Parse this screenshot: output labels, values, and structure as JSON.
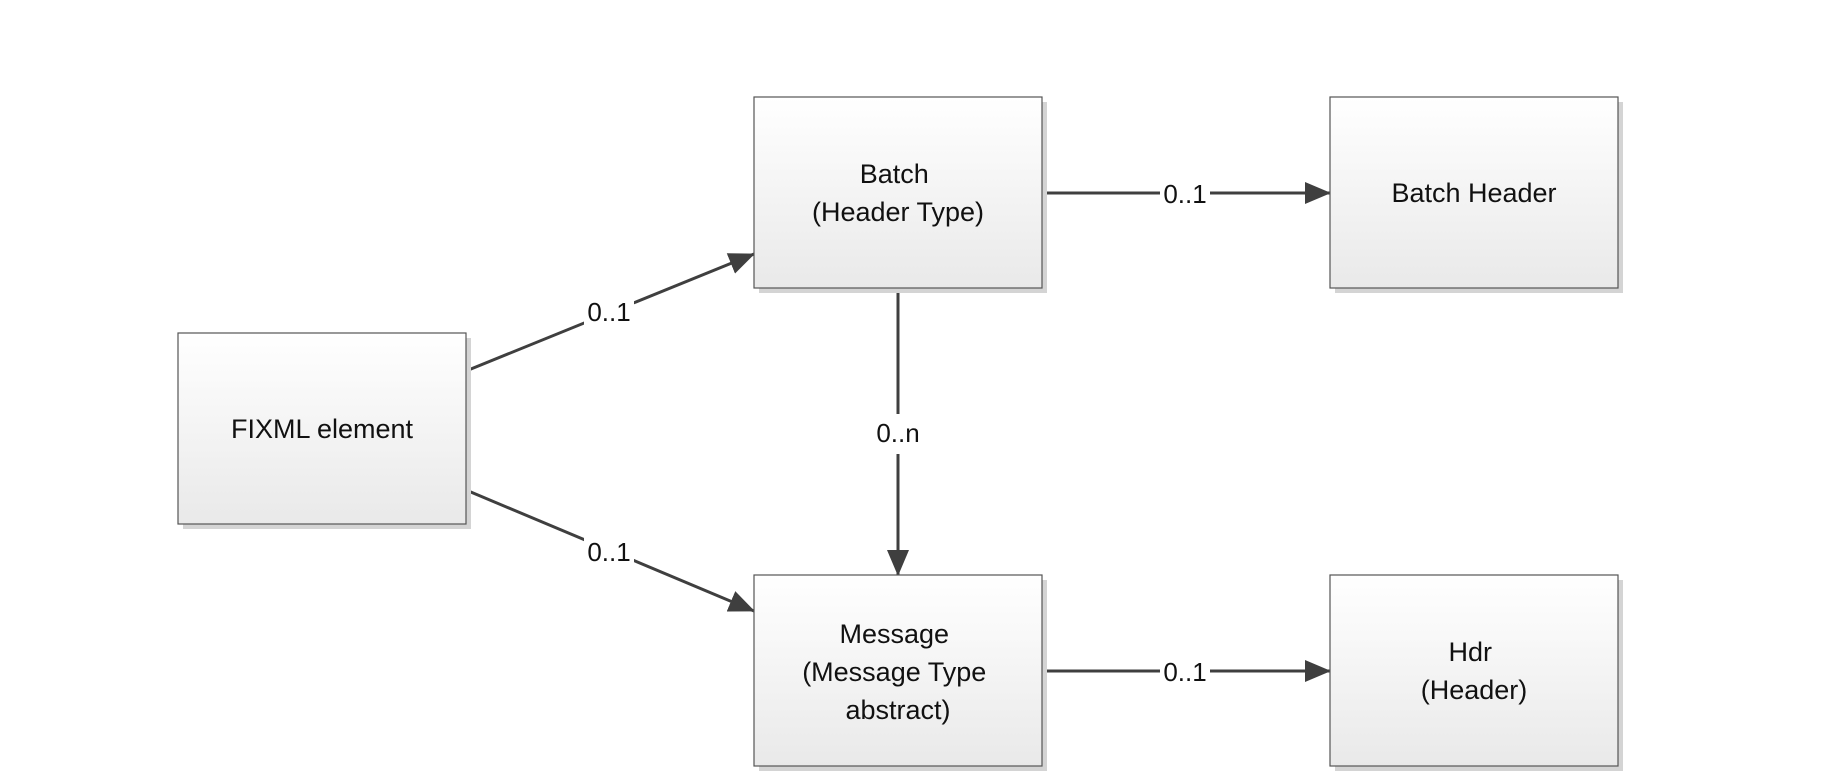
{
  "nodes": {
    "fixml": {
      "lines": [
        "FIXML element"
      ]
    },
    "batch": {
      "lines": [
        "Batch",
        "(Header Type)"
      ]
    },
    "batch_header": {
      "lines": [
        "Batch Header"
      ]
    },
    "message": {
      "lines": [
        "Message",
        "(Message Type",
        "abstract)"
      ]
    },
    "hdr": {
      "lines": [
        "Hdr",
        "(Header)"
      ]
    }
  },
  "edges": {
    "fixml_to_batch": {
      "label": "0..1"
    },
    "fixml_to_message": {
      "label": "0..1"
    },
    "batch_to_batch_header": {
      "label": "0..1"
    },
    "batch_to_message": {
      "label": "0..n"
    },
    "message_to_hdr": {
      "label": "0..1"
    }
  },
  "colors": {
    "connector": "#3f3f3f",
    "box_border": "#555555",
    "box_fill_top": "#ffffff",
    "box_fill_bottom": "#e9e9e9",
    "shadow": "#d4d4d4"
  }
}
